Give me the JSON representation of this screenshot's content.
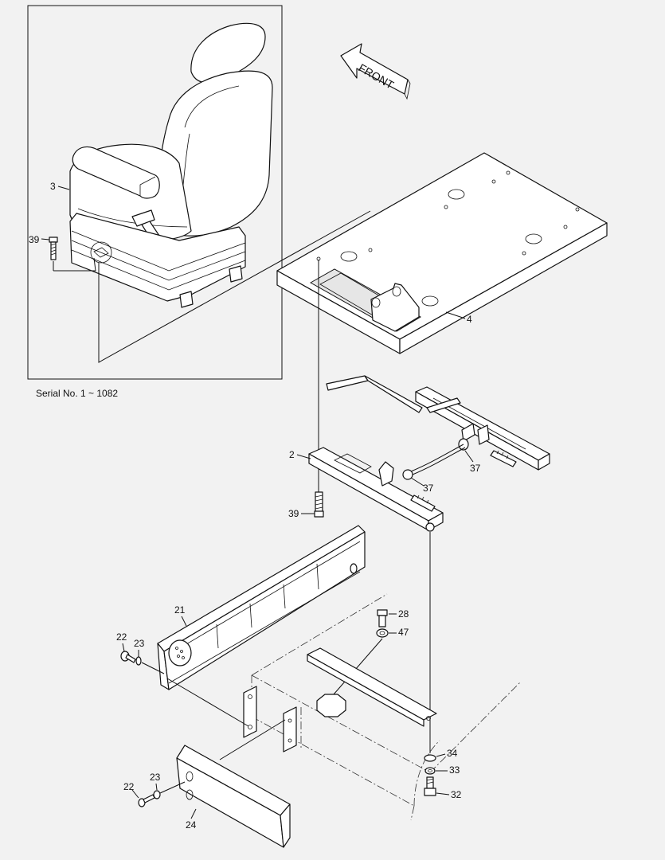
{
  "serial_note": "Serial No. 1 ~ 1082",
  "front_arrow": {
    "text": "FRONT",
    "icon": "front-direction-arrow-icon"
  },
  "callouts": {
    "c3": "3",
    "c39a": "39",
    "c4": "4",
    "c2": "2",
    "c37a": "37",
    "c37b": "37",
    "c39b": "39",
    "c21": "21",
    "c22a": "22",
    "c23a": "23",
    "c28": "28",
    "c47": "47",
    "c34": "34",
    "c33": "33",
    "c32": "32",
    "c23b": "23",
    "c22b": "22",
    "c24": "24"
  }
}
